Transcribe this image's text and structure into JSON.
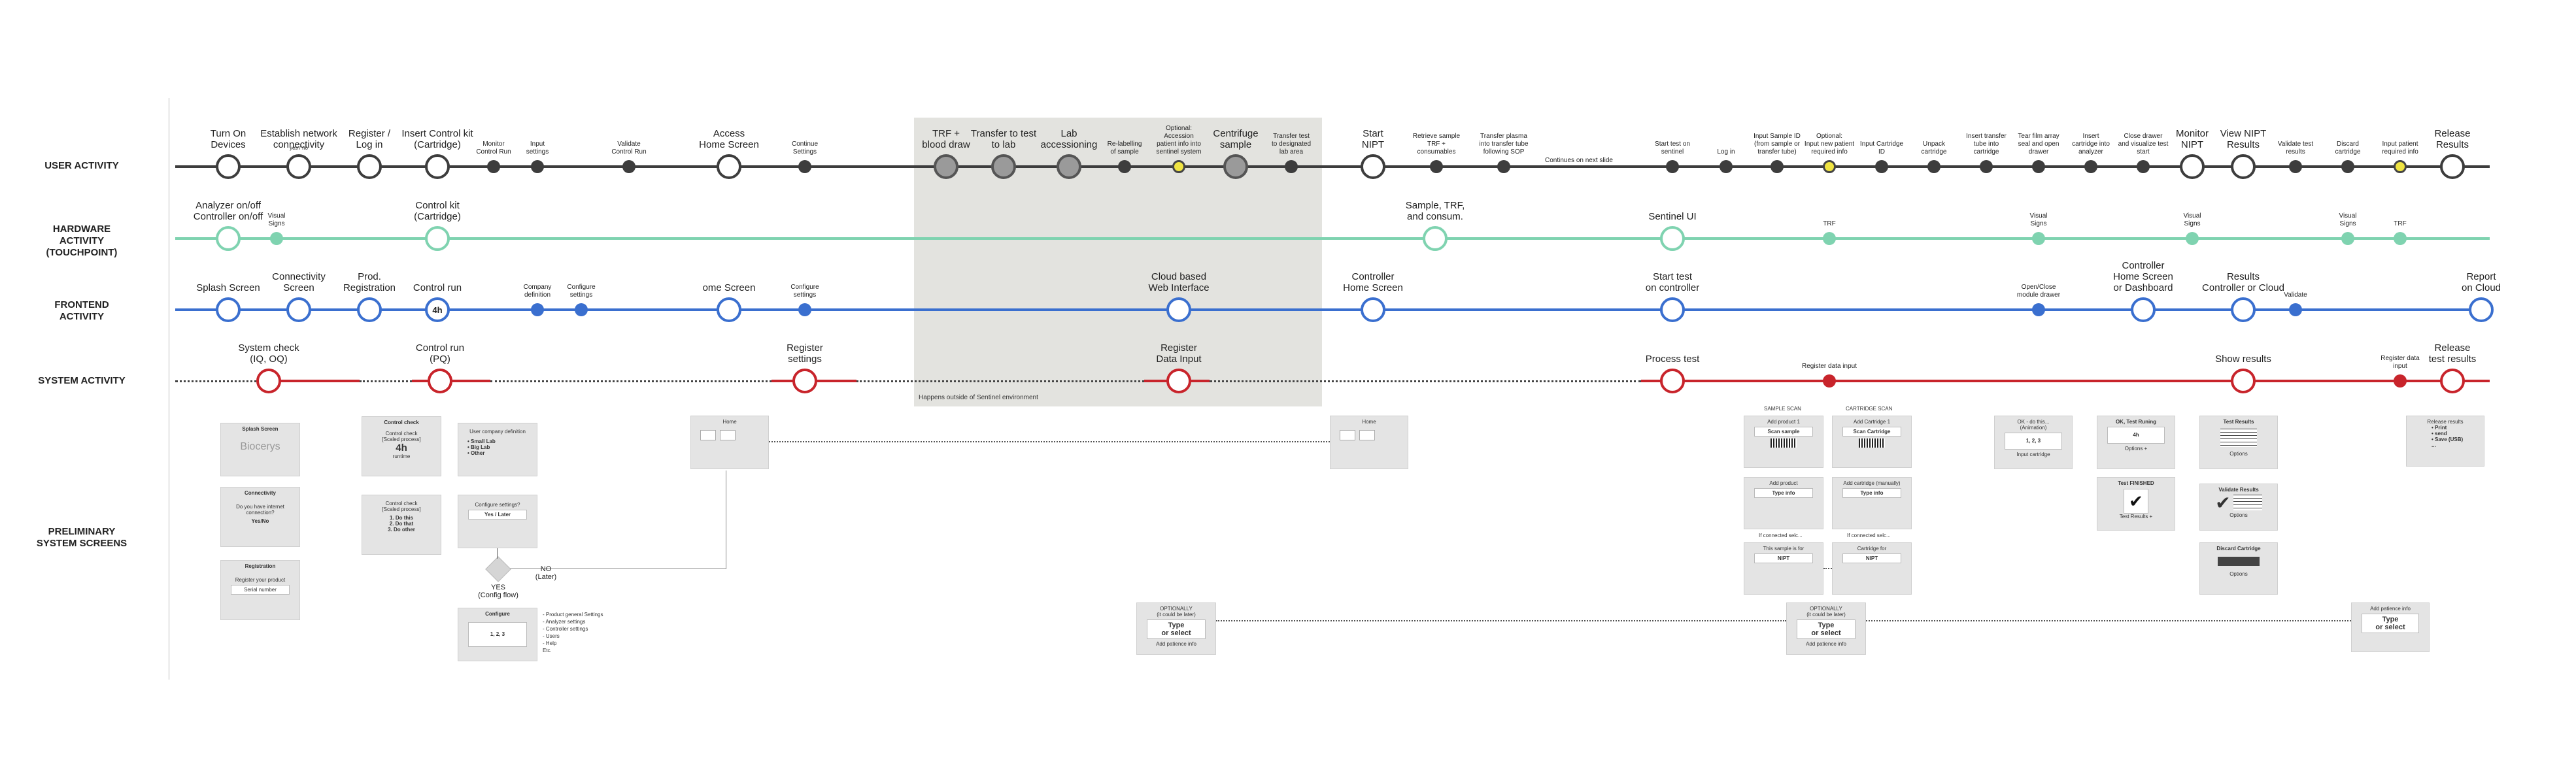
{
  "lanes": [
    {
      "title": "USER ACTIVITY"
    },
    {
      "title": "HARDWARE\nACTIVITY\n(TOUCHPOINT)"
    },
    {
      "title": "FRONTEND\nACTIVITY"
    },
    {
      "title": "SYSTEM ACTIVITY"
    },
    {
      "title": "PRELIMINARY\nSYSTEM SCREENS"
    }
  ],
  "colors": {
    "user": "#3d3d3d",
    "hardware": "#7fd3b0",
    "frontend": "#3a6fcf",
    "system": "#c8242b",
    "highlight": "#f0e442"
  },
  "gray_zone_note": "Happens outside of Sentinel environment",
  "continues_note": "Continues on next slide",
  "user_nodes": [
    {
      "label": "Turn On\nDevices",
      "size": "big"
    },
    {
      "label": "Establish network\nconnectivity",
      "sub": "yes / no",
      "size": "big"
    },
    {
      "label": "Register /\nLog in",
      "size": "big"
    },
    {
      "label": "Insert Control kit\n(Cartridge)",
      "size": "big"
    },
    {
      "label": "Monitor\nControl Run",
      "size": "small"
    },
    {
      "label": "Input\nsettings",
      "size": "small"
    },
    {
      "label": "Validate\nControl Run",
      "size": "small"
    },
    {
      "label": "Access\nHome Screen",
      "size": "big"
    },
    {
      "label": "Continue\nSettings",
      "size": "small"
    },
    {
      "label": "TRF +\nblood draw",
      "size": "big",
      "fill": "gray"
    },
    {
      "label": "Transfer to test\nto lab",
      "size": "big",
      "fill": "gray"
    },
    {
      "label": "Lab\naccessioning",
      "size": "big",
      "fill": "gray"
    },
    {
      "label": "Re-labelling\nof sample",
      "size": "small"
    },
    {
      "label": "Optional:\nAccession\npatient info into\nsentinel system",
      "size": "small",
      "fill": "yellow"
    },
    {
      "label": "Centrifuge\nsample",
      "size": "big",
      "fill": "gray"
    },
    {
      "label": "Transfer test\nto designated\nlab area",
      "size": "small"
    },
    {
      "label": "Start\nNIPT",
      "size": "big"
    },
    {
      "label": "Retrieve sample\nTRF +\nconsumables",
      "size": "small"
    },
    {
      "label": "Transfer plasma\ninto transfer tube\nfollowing SOP",
      "size": "small"
    },
    {
      "label": "Start test on\nsentinel",
      "size": "small"
    },
    {
      "label": "Log in",
      "size": "small"
    },
    {
      "label": "Input Sample ID\n(from sample or\ntransfer tube)",
      "size": "small"
    },
    {
      "label": "Optional:\nInput new patient\nrequired info",
      "size": "small",
      "fill": "yellow"
    },
    {
      "label": "Input Cartridge\nID",
      "size": "small"
    },
    {
      "label": "Unpack\ncartridge",
      "size": "small"
    },
    {
      "label": "Insert transfer\ntube into\ncartridge",
      "size": "small"
    },
    {
      "label": "Tear film array\nseal and open\ndrawer",
      "size": "small"
    },
    {
      "label": "Insert\ncartridge into\nanalyzer",
      "size": "small"
    },
    {
      "label": "Close drawer\nand visualize test\nstart",
      "size": "small"
    },
    {
      "label": "Monitor\nNIPT",
      "size": "big"
    },
    {
      "label": "View NIPT\nResults",
      "size": "big"
    },
    {
      "label": "Validate test\nresults",
      "size": "small"
    },
    {
      "label": "Discard\ncartridge",
      "size": "small"
    },
    {
      "label": "Input patient\nrequired info",
      "size": "small",
      "fill": "yellow"
    },
    {
      "label": "Release\nResults",
      "size": "big"
    }
  ],
  "hardware_nodes": [
    {
      "label": "Analyzer on/off\nController on/off",
      "size": "big"
    },
    {
      "label": "Visual\nSigns",
      "size": "small"
    },
    {
      "label": "Control kit\n(Cartridge)",
      "size": "big"
    },
    {
      "label": "Sample, TRF,\nand consum.",
      "size": "big"
    },
    {
      "label": "Sentinel UI",
      "size": "big"
    },
    {
      "label": "TRF",
      "size": "small"
    },
    {
      "label": "Visual\nSigns",
      "size": "small"
    },
    {
      "label": "Visual\nSigns",
      "size": "small"
    },
    {
      "label": "Visual\nSigns",
      "size": "small"
    },
    {
      "label": "TRF",
      "size": "small"
    }
  ],
  "frontend_nodes": [
    {
      "label": "Splash Screen",
      "size": "big"
    },
    {
      "label": "Connectivity\nScreen",
      "size": "big"
    },
    {
      "label": "Prod.\nRegistration",
      "size": "big"
    },
    {
      "label": "Control run",
      "size": "big",
      "text": "4h"
    },
    {
      "label": "Company\ndefinition",
      "size": "small"
    },
    {
      "label": "Configure\nsettings",
      "size": "small"
    },
    {
      "label": "ome Screen",
      "size": "big"
    },
    {
      "label": "Configure\nsettings",
      "size": "small"
    },
    {
      "label": "Cloud based\nWeb Interface",
      "size": "big"
    },
    {
      "label": "Controller\nHome Screen",
      "size": "big"
    },
    {
      "label": "Start test\non controller",
      "size": "big"
    },
    {
      "label": "Open/Close\nmodule drawer",
      "size": "small"
    },
    {
      "label": "Controller\nHome Screen\nor Dashboard",
      "size": "big"
    },
    {
      "label": "Results\nController or Cloud",
      "size": "big"
    },
    {
      "label": "Validate",
      "size": "small"
    },
    {
      "label": "Report\non Cloud",
      "size": "big"
    }
  ],
  "system_nodes": [
    {
      "label": "System check\n(IQ, OQ)",
      "size": "big"
    },
    {
      "label": "Control run\n(PQ)",
      "size": "big"
    },
    {
      "label": "Register\nsettings",
      "size": "big"
    },
    {
      "label": "Register\nData Input",
      "size": "big"
    },
    {
      "label": "Process test",
      "size": "big"
    },
    {
      "label": "Register data input",
      "size": "small"
    },
    {
      "label": "Show results",
      "size": "big"
    },
    {
      "label": "Register data\ninput",
      "size": "small"
    },
    {
      "label": "Release\ntest results",
      "size": "big"
    }
  ],
  "screens": {
    "splash": {
      "title": "Splash Screen",
      "body": "Biocerys"
    },
    "connectivity": {
      "title": "Connectivity",
      "body": "Do you have internet\nconnection?",
      "action": "Yes/No"
    },
    "registration": {
      "title": "Registration",
      "body": "Register your product",
      "field": "Serial number"
    },
    "control_check": {
      "title": "Control check",
      "body": "Control check\n[Scaled process]",
      "value": "4h",
      "sub": "runtime"
    },
    "control_check2": {
      "body": "Control check\n[Scaled process]",
      "list": "1. Do this\n2. Do that\n3. Do other"
    },
    "company_def": {
      "body": "User company definition",
      "list": "• Small Lab\n• Big Lab\n• Other"
    },
    "configure_q": {
      "body": "Configure settings?",
      "action": "Yes / Later"
    },
    "configure": {
      "title": "Configure",
      "value": "1, 2, 3"
    },
    "configure_list": "- Product general Settings\n- Analyzer settings\n- Controller settings\n- Users\n- Help\nEtc.",
    "yes_label": "YES\n(Config flow)",
    "no_label": "NO\n(Later)",
    "home1": {
      "title": "Home"
    },
    "home2": {
      "title": "Home"
    },
    "sample_scan_head": "SAMPLE SCAN",
    "cartridge_scan_head": "CARTRIDGE SCAN",
    "add_product1": {
      "title": "Add product 1",
      "action": "Scan sample"
    },
    "add_cartridge1": {
      "title": "Add Cartridge 1",
      "action": "Scan Cartridge"
    },
    "add_product2": {
      "title": "Add product",
      "action": "Type info"
    },
    "add_cartridge2": {
      "title": "Add cartridge (manually)",
      "action": "Type info"
    },
    "connected_note1": "If connected selc...",
    "connected_note2": "If connected selc...",
    "sample_nipt": {
      "title": "This sample is for",
      "action": "NIPT"
    },
    "cartridge_nipt": {
      "title": "Cartridge for",
      "action": "NIPT"
    },
    "ok_animation": {
      "title": "OK - do this...\n(Animation)",
      "value": "1, 2, 3",
      "caption": "Input cartridge"
    },
    "test_running": {
      "title": "OK, Test Runing",
      "value": "4h",
      "caption": "Options +"
    },
    "test_finished": {
      "title": "Test FINISHED",
      "caption": "Test Results +"
    },
    "test_results": {
      "title": "Test Results",
      "caption": "Options"
    },
    "validate_results": {
      "title": "Validate Results",
      "caption": "Options"
    },
    "discard_cartridge": {
      "title": "Discard Cartridge",
      "caption": "Options"
    },
    "release_results": {
      "title": "Release results",
      "list": "• Print\n• send\n• Save (USB)\n..."
    },
    "optional1": {
      "title": "OPTIONALLY\n(it could be later)",
      "action": "Type\nor select",
      "caption": "Add patience info"
    },
    "optional2": {
      "title": "OPTIONALLY\n(it could be later)",
      "action": "Type\nor select",
      "caption": "Add patience info"
    },
    "optional3": {
      "title": "Add patience info",
      "action": "Type\nor select"
    }
  }
}
